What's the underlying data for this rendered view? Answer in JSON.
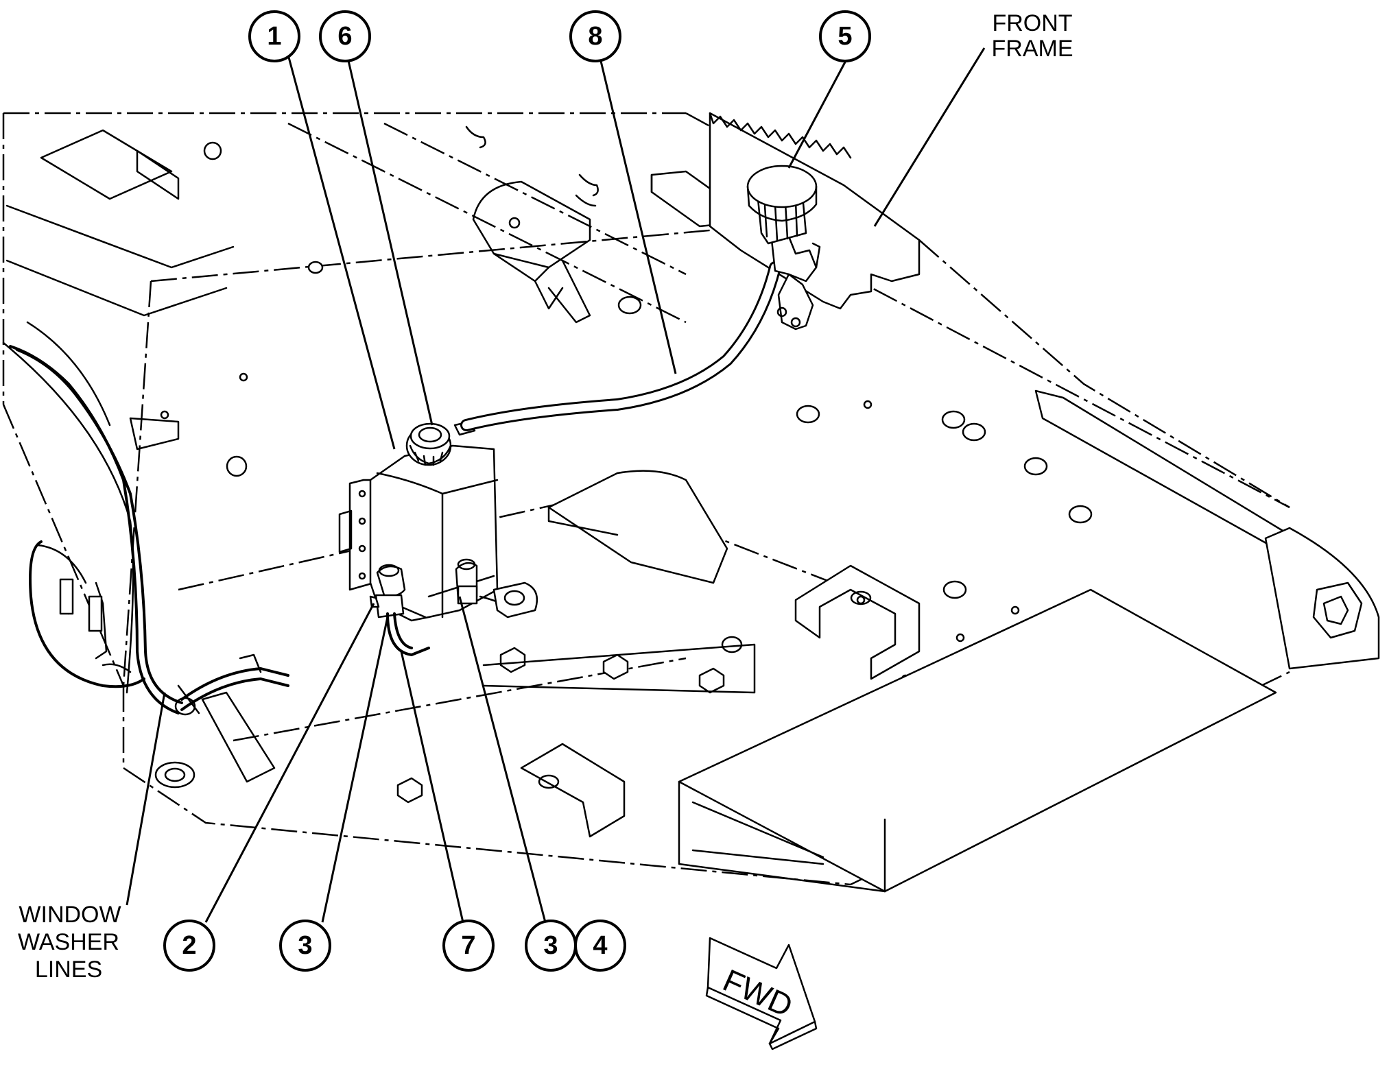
{
  "callouts": [
    {
      "id": "c1",
      "label": "1"
    },
    {
      "id": "c6",
      "label": "6"
    },
    {
      "id": "c8",
      "label": "8"
    },
    {
      "id": "c5",
      "label": "5"
    },
    {
      "id": "c2",
      "label": "2"
    },
    {
      "id": "c3a",
      "label": "3"
    },
    {
      "id": "c7",
      "label": "7"
    },
    {
      "id": "c3b",
      "label": "3"
    },
    {
      "id": "c4",
      "label": "4"
    }
  ],
  "labels": {
    "front_frame_line1": "FRONT",
    "front_frame_line2": "FRAME",
    "washer_line1": "WINDOW",
    "washer_line2": "WASHER",
    "washer_line3": "LINES"
  },
  "direction_arrow": "FWD"
}
